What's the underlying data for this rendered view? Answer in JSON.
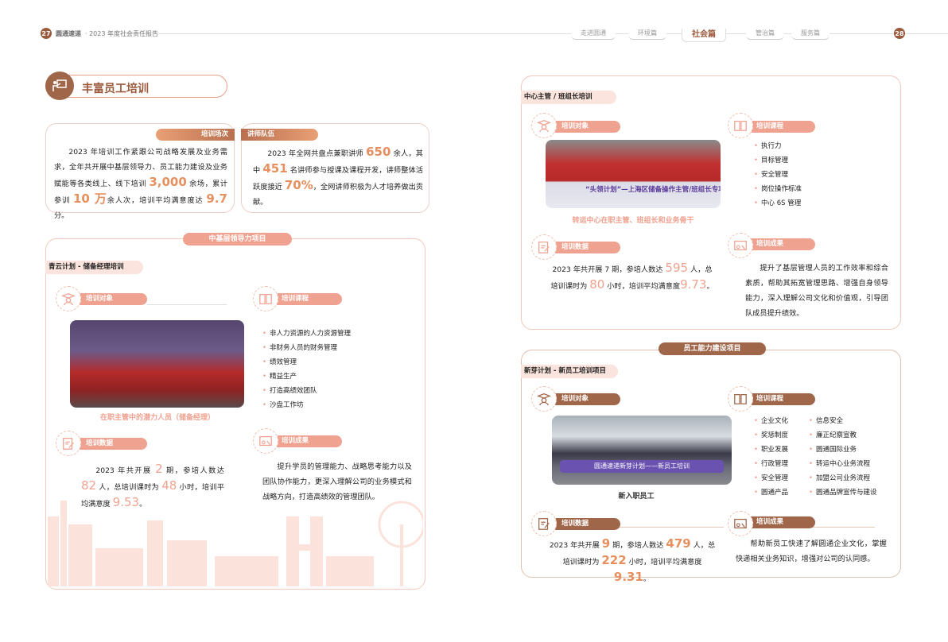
{
  "header": {
    "left_page": "27",
    "brand": "圆通速递",
    "report": "· 2023 年度社会责任报告",
    "right_page": "28",
    "tabs": [
      "走进圆通",
      "环境篇",
      "社会篇",
      "管治篇",
      "服务篇"
    ]
  },
  "section_title": "丰富员工培训",
  "summary": {
    "sessions": {
      "label": "培训场次",
      "text": [
        {
          "t": "2023 年培训工作紧跟公司战略发展及业务需求，全年共开展中基层领导力、员工能力建设及业务赋能等各类线上、线下培训 "
        },
        {
          "t": "3,000",
          "h": 1
        },
        {
          "t": " 余场，累计参训 "
        },
        {
          "t": "10 万",
          "h": 1
        },
        {
          "t": "余人次，培训平均满意度达 "
        },
        {
          "t": "9.7",
          "h": 1
        },
        {
          "t": " 分。"
        }
      ]
    },
    "lecturers": {
      "label": "讲师队伍",
      "text": [
        {
          "t": "2023 年全网共盘点兼职讲师 "
        },
        {
          "t": "650",
          "h": 1
        },
        {
          "t": " 余人，其中 "
        },
        {
          "t": "451",
          "h": 1
        },
        {
          "t": " 名讲师参与授课及课程开发，讲师整体活跃度接近 "
        },
        {
          "t": "70%",
          "h": 1
        },
        {
          "t": "，全网讲师积极为人才培养做出贡献。"
        }
      ]
    }
  },
  "labels": {
    "target": "培训对象",
    "courses": "培训课程",
    "data": "培训数据",
    "results": "培训成果"
  },
  "leadership": {
    "title": "中基层领导力项目",
    "qingyun": {
      "name": "青云计划 - 储备经理培训",
      "caption": "在职主管中的潜力人员（储备经理）",
      "courses": [
        "非人力资源的人力资源管理",
        "非财务人员的财务管理",
        "绩效管理",
        "精益生产",
        "打造高绩效团队",
        "沙盘工作坊"
      ],
      "data": [
        {
          "t": "2023 年共开展 "
        },
        {
          "t": "2",
          "h": 1
        },
        {
          "t": " 期，参培人数达 "
        },
        {
          "t": "82",
          "h": 1
        },
        {
          "t": " 人，总培训课时为 "
        },
        {
          "t": "48",
          "h": 1
        },
        {
          "t": " 小时，培训平均满意度 "
        },
        {
          "t": "9.53",
          "h": 1
        },
        {
          "t": "。"
        }
      ],
      "results": "提升学员的管理能力、战略思考能力以及团队协作能力，更深入理解公司的业务模式和战略方向，打造高绩效的管理团队。"
    },
    "center": {
      "name": "中心主管 / 班组长培训",
      "caption": "转运中心在职主管、班组长和业务骨干",
      "banner": "“头领计划”—上海区储备操作主管/班组长专项",
      "courses": [
        "执行力",
        "目标管理",
        "安全管理",
        "岗位操作标准",
        "中心 6S 管理"
      ],
      "data": [
        {
          "t": "2023 年共开展 7 期，参培人数达 "
        },
        {
          "t": "595",
          "h": 1
        },
        {
          "t": " 人，总培训课时为 "
        },
        {
          "t": "80",
          "h": 1
        },
        {
          "t": " 小时，培训平均满意度"
        },
        {
          "t": "9.73",
          "h": 1
        },
        {
          "t": "。"
        }
      ],
      "results": "提升了基层管理人员的工作效率和综合素质，帮助其拓宽管理思路、增强自身领导能力，深入理解公司文化和价值观，引导团队成员提升绩效。"
    }
  },
  "capability": {
    "title": "员工能力建设项目",
    "xinya": {
      "name": "新芽计划 - 新员工培训项目",
      "caption": "新入职员工",
      "banner": "圆通速递新芽计划——新员工培训",
      "courses_a": [
        "企业文化",
        "奖惩制度",
        "职业发展",
        "行政管理",
        "安全管理",
        "圆通产品"
      ],
      "courses_b": [
        "信息安全",
        "廉正纪察宣教",
        "圆通国际业务",
        "转运中心业务流程",
        "加盟公司业务流程",
        "圆通品牌宣传与建设"
      ],
      "data": [
        {
          "t": "2023 年共开展 "
        },
        {
          "t": "9",
          "h": 1
        },
        {
          "t": " 期，参培人数达 "
        },
        {
          "t": "479",
          "h": 1
        },
        {
          "t": " 人，总培训课时为 "
        },
        {
          "t": "222",
          "h": 1
        },
        {
          "t": " 小时，培训平均满意度"
        },
        {
          "t": "9.31",
          "h": 1
        },
        {
          "t": "。"
        }
      ],
      "results": "帮助新员工快速了解圆通企业文化，掌握快递相关业务知识，增强对公司的认同感。"
    }
  },
  "colors": {
    "brown": "#a0664a",
    "salmon": "#f0a290",
    "orange": "#e6905f"
  }
}
